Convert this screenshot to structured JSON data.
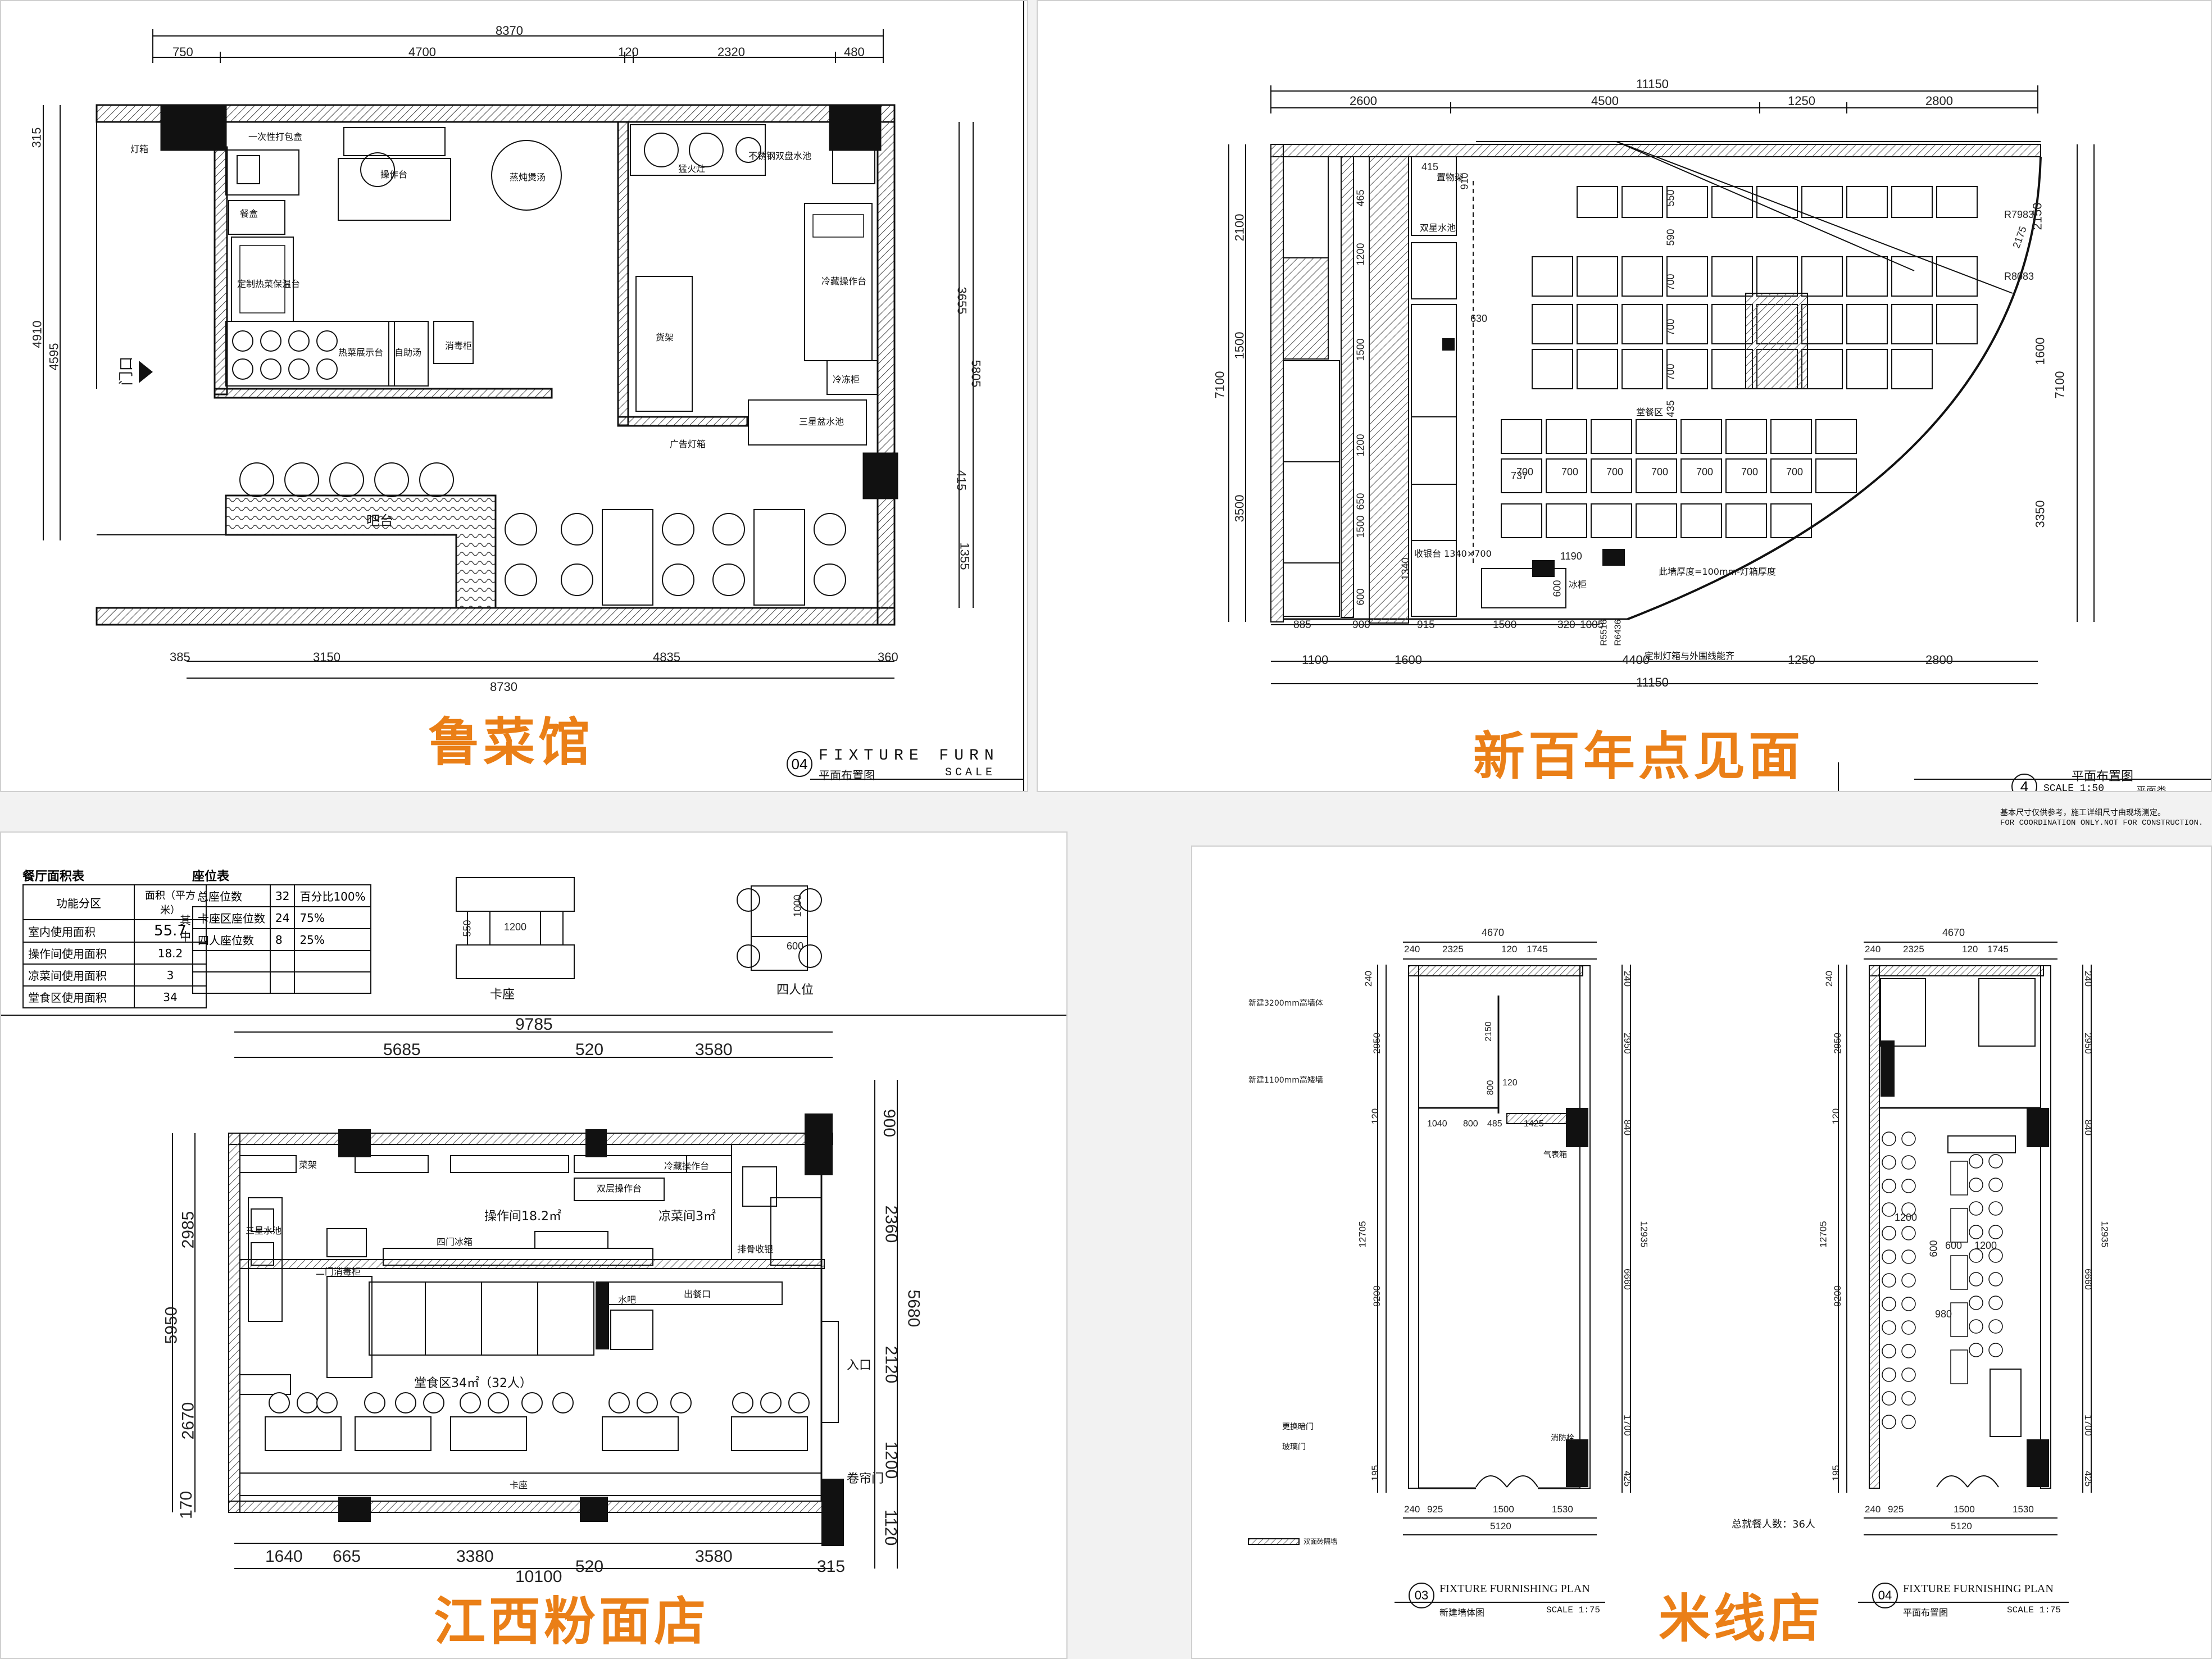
{
  "panels": {
    "lu": {
      "title": "鲁菜馆",
      "dims_top": [
        "8370",
        "750",
        "4700",
        "120",
        "2320",
        "480"
      ],
      "dims_bottom": [
        "385",
        "3150",
        "4835",
        "360",
        "8730"
      ],
      "dims_left": [
        "315",
        "4910",
        "4595"
      ],
      "dims_right": [
        "3655",
        "5805",
        "415",
        "1355"
      ],
      "labels": [
        "一次性打包盒",
        "灯箱",
        "餐盒",
        "定制热菜保温台",
        "热菜展示台",
        "自助汤",
        "消毒柜",
        "操作台",
        "蒸炖煲汤",
        "猛火灶",
        "不锈钢双盘水池",
        "冷藏操作台",
        "货架",
        "冷冻柜",
        "三星盆水池",
        "广告灯箱",
        "吧台",
        "门口"
      ],
      "stamp_no": "04",
      "stamp_title": "FIXTURE FURN",
      "stamp_sub": "平面布置图",
      "stamp_scale": "SCALE"
    },
    "xin": {
      "title": "新百年点见面",
      "dims_top": [
        "11150",
        "2600",
        "4500",
        "1250",
        "2800"
      ],
      "dims_bottom": [
        "885",
        "900",
        "915",
        "1500",
        "320",
        "1005",
        "1100",
        "1600",
        "4400",
        "1250",
        "2800",
        "11150"
      ],
      "dims_left": [
        "7100",
        "2100",
        "1500",
        "3500",
        "910",
        "465",
        "1200",
        "1500",
        "1200",
        "650",
        "1500",
        "600",
        "1340"
      ],
      "dims_right": [
        "2150",
        "2175",
        "1600",
        "3350",
        "7100"
      ],
      "dims_mid": [
        "415",
        "550",
        "590",
        "700",
        "700",
        "700",
        "435",
        "630",
        "700",
        "700",
        "700",
        "700",
        "700",
        "700",
        "700",
        "737",
        "1190",
        "600",
        "R7983",
        "R8083",
        "R6436",
        "R5516"
      ],
      "labels": [
        "置物架",
        "双星水池",
        "堂餐区",
        "收银台 1340×700",
        "此墙厚度=100mm-灯箱厚度",
        "定制灯箱与外围线能齐",
        "冰柜"
      ],
      "stamp_no": "4",
      "stamp_title": "平面布置图",
      "stamp_scale": "SCALE 1:50",
      "stamp_cat": "平面类",
      "stamp_note1": "基本尺寸仅供参考，施工详细尺寸由现场测定。",
      "stamp_note2": "FOR COORDINATION ONLY.NOT FOR CONSTRUCTION."
    },
    "jx": {
      "title": "江西粉面店",
      "area_table": {
        "title": "餐厅面积表",
        "header": [
          "功能分区",
          "面积（平方米）"
        ],
        "rows": [
          [
            "室内使用面积",
            "55.7"
          ],
          [
            "操作间使用面积",
            "18.2"
          ],
          [
            "凉菜间使用面积",
            "3"
          ],
          [
            "堂食区使用面积",
            "34"
          ]
        ]
      },
      "seat_table": {
        "title": "座位表",
        "row1": [
          "总座位数",
          "32",
          "百分比100%"
        ],
        "side": "其中",
        "rows": [
          [
            "卡座区座位数",
            "24",
            "75%"
          ],
          [
            "四人座位数",
            "8",
            "25%"
          ]
        ]
      },
      "legend_kazuo": "卡座",
      "legend_sirenwei": "四人位",
      "legend_dims": [
        "550",
        "1200",
        "1000",
        "600"
      ],
      "dims_top": [
        "9785",
        "5685",
        "520",
        "3580"
      ],
      "dims_bottom": [
        "1640",
        "665",
        "3380",
        "3580",
        "10100",
        "520",
        "315"
      ],
      "dims_left": [
        "5950",
        "2985",
        "2670",
        "170"
      ],
      "dims_right": [
        "900",
        "2360",
        "5680",
        "2120",
        "1200",
        "1120"
      ],
      "labels": [
        "操作间18.2㎡",
        "凉菜间3㎡",
        "堂食区34㎡（32人）",
        "入口",
        "卷帘门",
        "水吧",
        "出餐口",
        "卡座",
        "双层操作台",
        "冷藏操作台",
        "四门冰箱",
        "二门消毒柜",
        "排骨收银",
        "三星水池",
        "菜架"
      ],
      "dish_count": 16
    },
    "mi": {
      "title": "米线店",
      "plan_a": {
        "dims_top": [
          "4670",
          "240",
          "2325",
          "120",
          "1745"
        ],
        "dims_bottom": [
          "240",
          "925",
          "1500",
          "1530",
          "5120"
        ],
        "dims_left": [
          "240",
          "2950",
          "120",
          "12705",
          "9200",
          "195"
        ],
        "dims_right": [
          "240",
          "2950",
          "840",
          "12935",
          "6660",
          "1700",
          "425"
        ],
        "dims_mid": [
          "2150",
          "800",
          "120",
          "1040",
          "800",
          "485",
          "1425"
        ],
        "labels": [
          "新建3200mm高墙体",
          "新建1100mm高矮墙",
          "气表箱",
          "消防栓",
          "更换暗门",
          "玻璃门"
        ],
        "legend": "双面砖隔墙",
        "stamp_no": "03",
        "stamp_title": "FIXTURE FURNISHING PLAN",
        "stamp_sub": "新建墙体图",
        "stamp_scale": "SCALE 1:75"
      },
      "plan_b": {
        "dims_top": [
          "4670",
          "240",
          "2325",
          "120",
          "1745"
        ],
        "dims_bottom": [
          "240",
          "925",
          "1500",
          "1530",
          "5120"
        ],
        "dims_left": [
          "240",
          "2950",
          "120",
          "12705",
          "9200",
          "195"
        ],
        "dims_right": [
          "240",
          "2950",
          "840",
          "12935",
          "6660",
          "1700",
          "425"
        ],
        "dims_mid": [
          "1200",
          "600",
          "600",
          "1200",
          "980"
        ],
        "seat_note": "总就餐人数：36人",
        "stamp_no": "04",
        "stamp_title": "FIXTURE FURNISHING PLAN",
        "stamp_sub": "平面布置图",
        "stamp_scale": "SCALE 1:75"
      }
    }
  }
}
